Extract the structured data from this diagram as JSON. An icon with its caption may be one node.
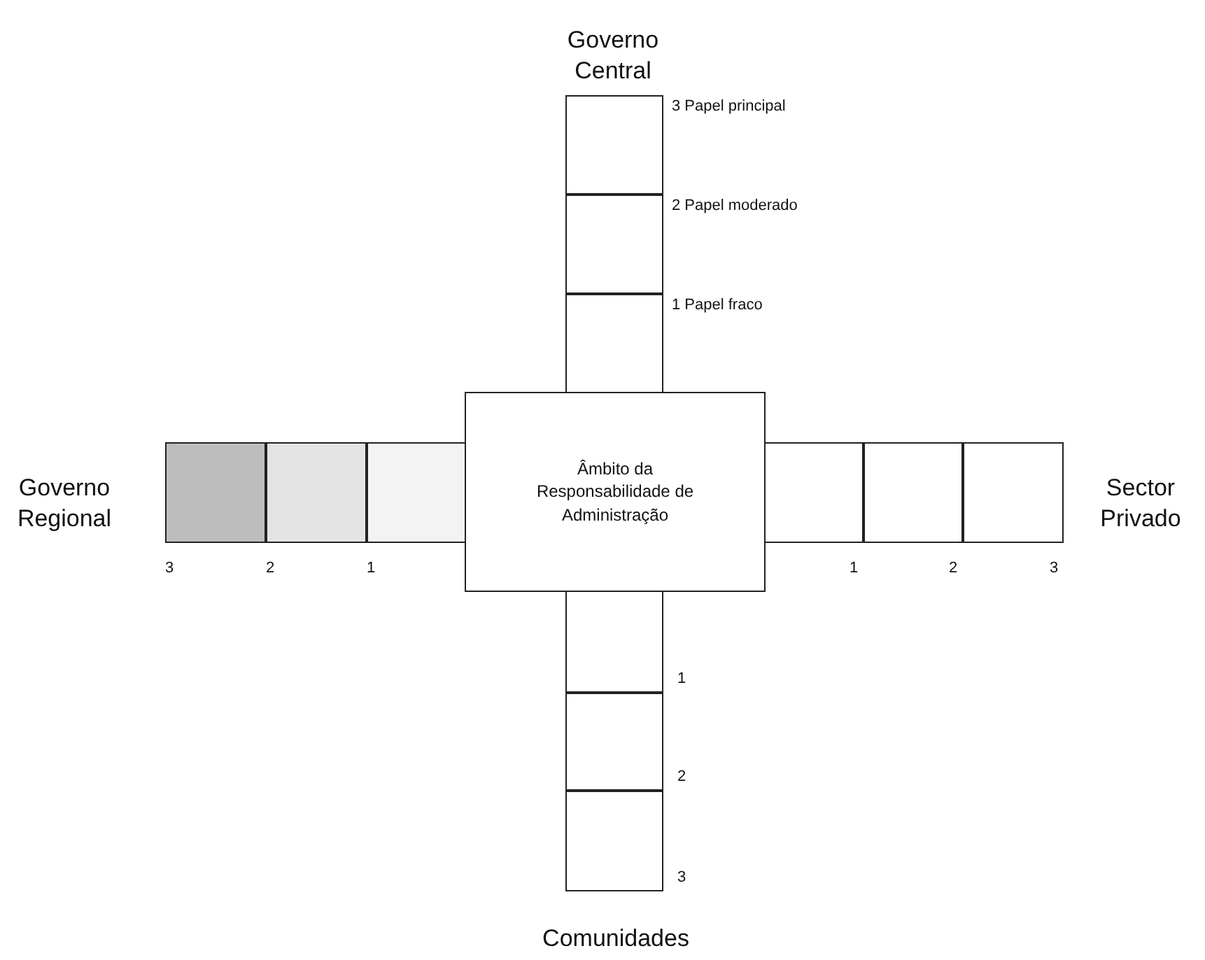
{
  "diagram": {
    "nodes": [
      {
        "text": [],
        "shape": "box",
        "beside": [
          "3 Papel principal"
        ]
      },
      {
        "text": [],
        "shape": "box",
        "beside": [
          "2 Papel moderado"
        ]
      },
      {
        "text": [],
        "shape": "box",
        "beside": [
          "1 Papel fraco"
        ]
      },
      {
        "text": [],
        "shape": "box",
        "beside": [
          "3"
        ]
      },
      {
        "text": [],
        "shape": "box",
        "beside": [
          "2"
        ]
      },
      {
        "text": [],
        "shape": "box",
        "beside": [
          "1"
        ]
      },
      {
        "text": [
          "Âmbito da Responsabilidade de Administração"
        ]
      },
      {
        "text": [],
        "shape": "box",
        "beside": [
          "1"
        ]
      },
      {
        "text": [],
        "shape": "box",
        "beside": [
          "2"
        ]
      },
      {
        "text": [],
        "shape": "box",
        "beside": [
          "3"
        ]
      },
      {
        "text": [],
        "shape": "box",
        "beside": [
          "1"
        ]
      },
      {
        "text": [],
        "shape": "box",
        "beside": [
          "2"
        ]
      },
      {
        "text": [],
        "shape": "box",
        "beside": [
          "3"
        ]
      }
    ],
    "edges": [],
    "labels": [
      "Governo Central",
      "Governo Regional",
      "Sector Privado",
      "Comunidades"
    ]
  }
}
